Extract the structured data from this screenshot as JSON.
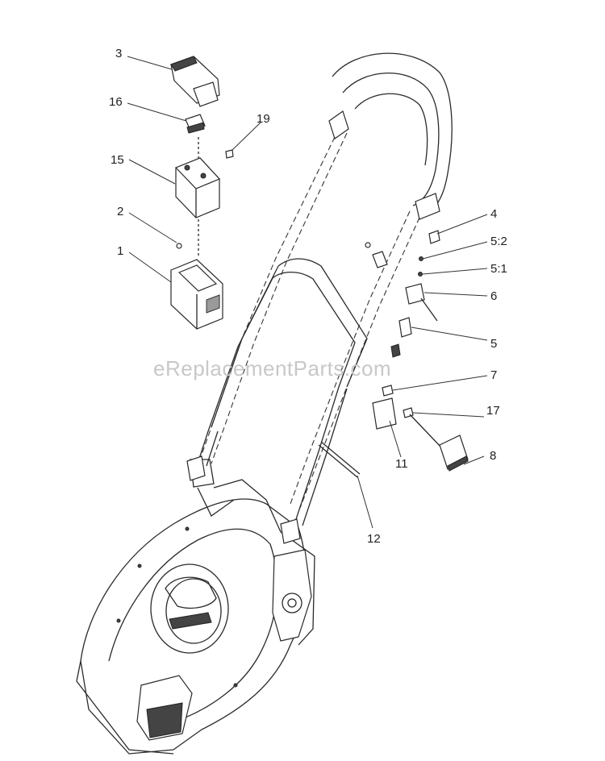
{
  "watermark": "eReplacementParts.com",
  "callouts": [
    {
      "id": "3",
      "label": "3"
    },
    {
      "id": "16",
      "label": "16"
    },
    {
      "id": "19",
      "label": "19"
    },
    {
      "id": "15",
      "label": "15"
    },
    {
      "id": "2",
      "label": "2"
    },
    {
      "id": "1",
      "label": "1"
    },
    {
      "id": "4",
      "label": "4"
    },
    {
      "id": "5-2",
      "label": "5:2"
    },
    {
      "id": "5-1",
      "label": "5:1"
    },
    {
      "id": "6",
      "label": "6"
    },
    {
      "id": "5",
      "label": "5"
    },
    {
      "id": "7",
      "label": "7"
    },
    {
      "id": "17",
      "label": "17"
    },
    {
      "id": "11",
      "label": "11"
    },
    {
      "id": "8",
      "label": "8"
    },
    {
      "id": "12",
      "label": "12"
    }
  ]
}
